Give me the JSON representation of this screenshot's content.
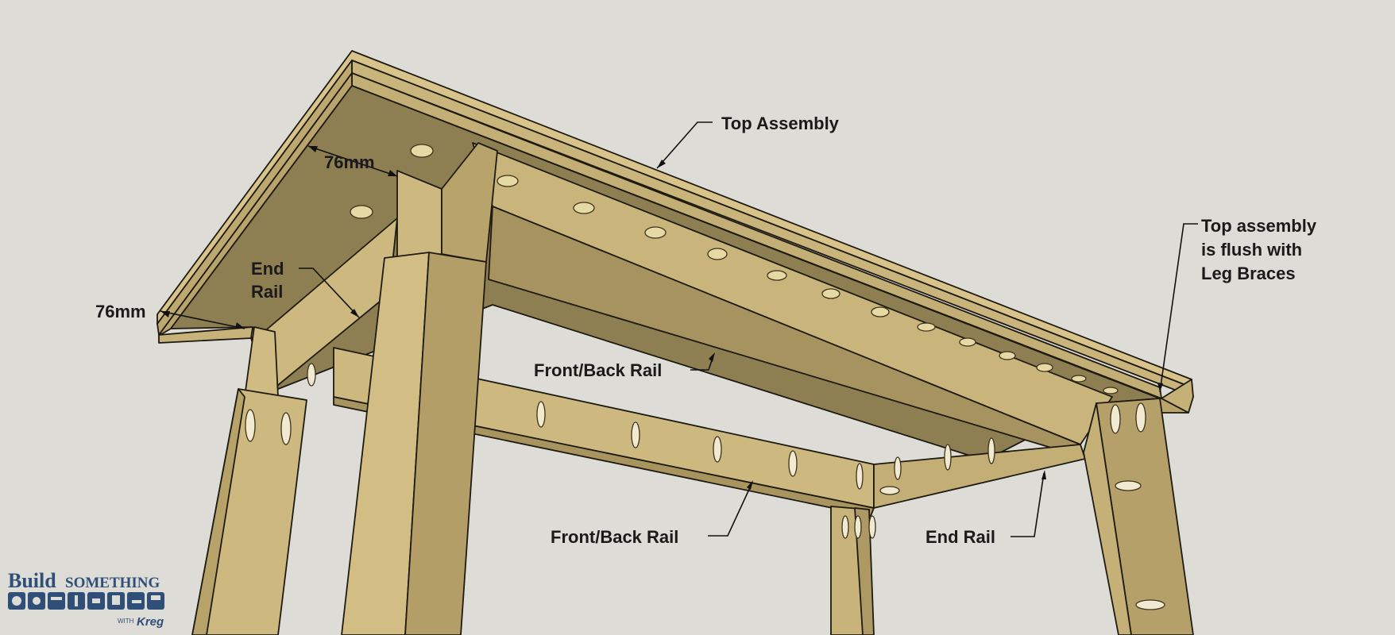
{
  "labels": {
    "top_assembly": "Top Assembly",
    "top_flush_line1": "Top assembly",
    "top_flush_line2": "is flush with",
    "top_flush_line3": "Leg Braces",
    "end_rail_left_line1": "End",
    "end_rail_left_line2": "Rail",
    "front_back_rail_upper": "Front/Back Rail",
    "front_back_rail_lower": "Front/Back Rail",
    "end_rail_right": "End Rail",
    "dim_top": "76mm",
    "dim_left": "76mm"
  },
  "logo": {
    "build": "Build",
    "something": "SOMETHING",
    "with": "WITH",
    "kreg": "Kreg"
  },
  "colors": {
    "background": "#dedcd7",
    "wood_light": "#d3bf86",
    "wood_face": "#c8b37a",
    "wood_shade": "#b09c64",
    "wood_dark": "#8e7f52",
    "logo_blue": "#2f4f78"
  }
}
